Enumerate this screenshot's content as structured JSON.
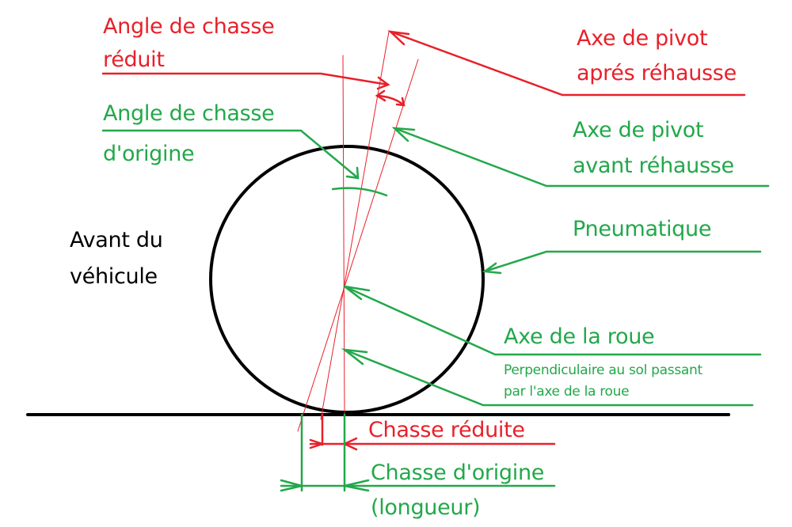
{
  "colors": {
    "red": "#e8202a",
    "green": "#22a84a",
    "black": "#000000"
  },
  "labels": {
    "angle_reduit_1": "Angle de chasse",
    "angle_reduit_2": "réduit",
    "pivot_apres_1": "Axe de pivot",
    "pivot_apres_2": "aprés réhausse",
    "angle_origine_1": "Angle de chasse",
    "angle_origine_2": "d'origine",
    "pivot_avant_1": "Axe de pivot",
    "pivot_avant_2": "avant réhausse",
    "pneumatique": "Pneumatique",
    "avant_1": "Avant du",
    "avant_2": "véhicule",
    "axe_roue": "Axe de la roue",
    "perp_1": "Perpendiculaire au sol passant",
    "perp_2": "par l'axe de la roue",
    "chasse_reduite": "Chasse réduite",
    "chasse_origine": "Chasse d'origine",
    "longueur": "(longueur)"
  }
}
